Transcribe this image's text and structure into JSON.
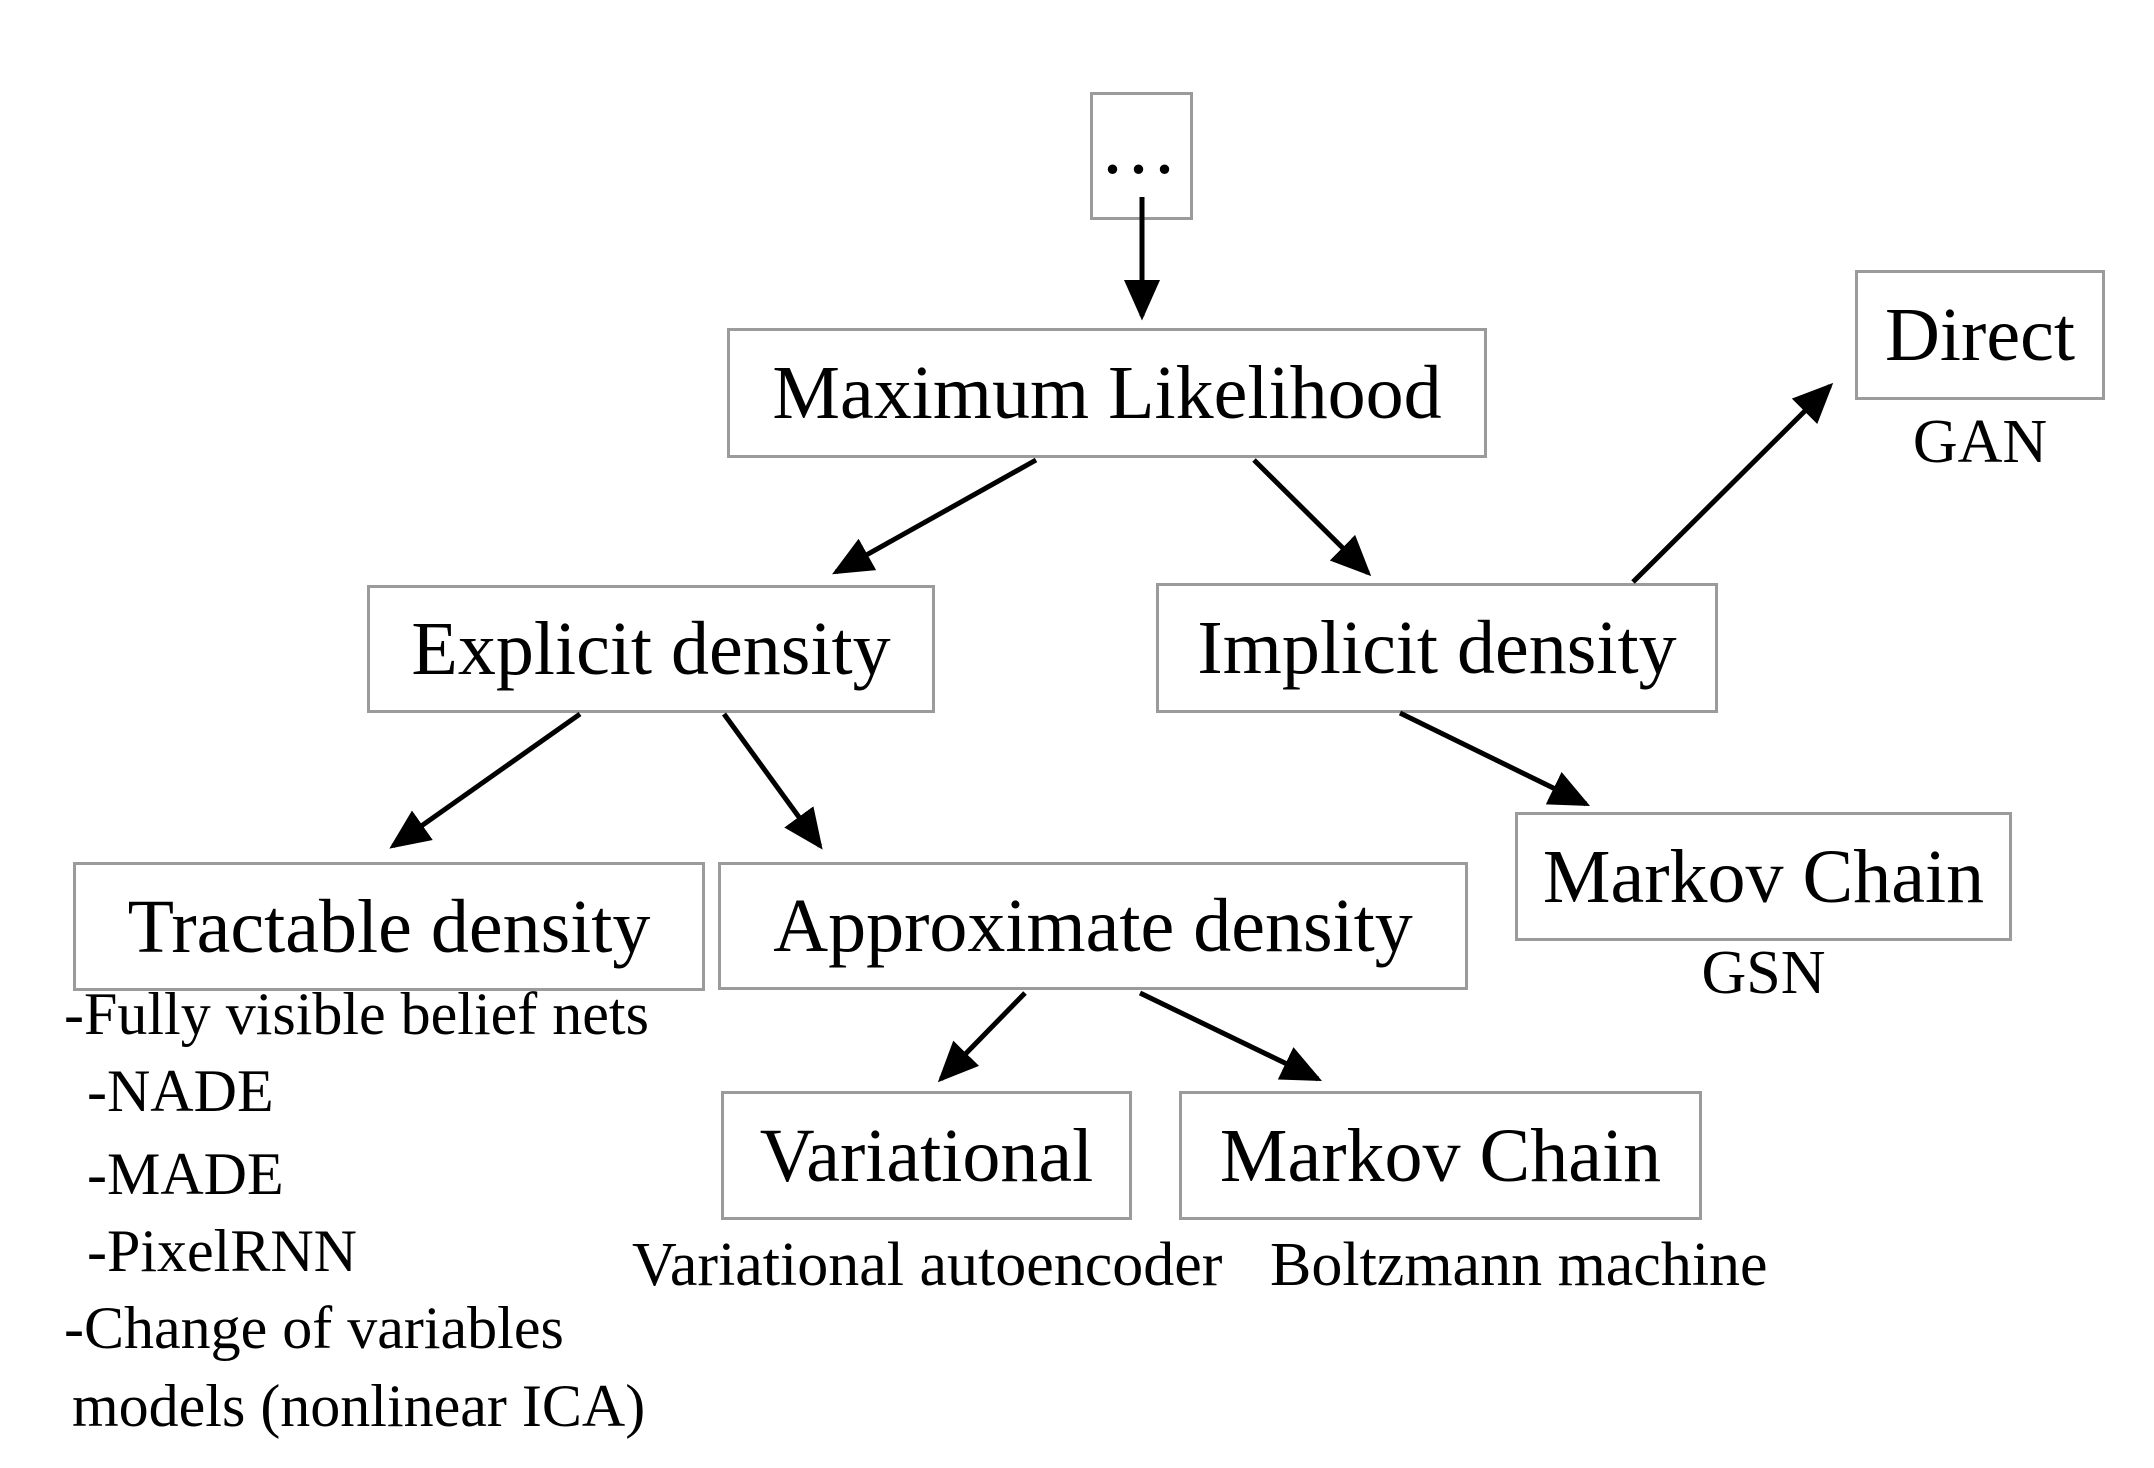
{
  "diagram": {
    "title": "",
    "nodes": {
      "root": {
        "label": "..."
      },
      "maximum_likelihood": {
        "label": "Maximum Likelihood"
      },
      "explicit_density": {
        "label": "Explicit density"
      },
      "implicit_density": {
        "label": "Implicit density"
      },
      "tractable_density": {
        "label": "Tractable density"
      },
      "approximate_density": {
        "label": "Approximate density"
      },
      "variational": {
        "label": "Variational"
      },
      "markov_chain": {
        "label": "Markov Chain"
      },
      "direct": {
        "label": "Direct"
      },
      "markov_chain_gsn": {
        "label": "Markov Chain"
      }
    },
    "annotations": {
      "gan": "GAN",
      "gsn": "GSN",
      "variational_autoencoder": "Variational autoencoder",
      "boltzmann_machine": "Boltzmann machine"
    },
    "tractable_examples": [
      "-Fully visible belief nets",
      "-NADE",
      "-MADE",
      "-PixelRNN",
      "-Change of variables",
      "models (nonlinear ICA)"
    ],
    "edges": [
      {
        "from": "root",
        "to": "maximum_likelihood"
      },
      {
        "from": "maximum_likelihood",
        "to": "explicit_density"
      },
      {
        "from": "maximum_likelihood",
        "to": "implicit_density"
      },
      {
        "from": "explicit_density",
        "to": "tractable_density"
      },
      {
        "from": "explicit_density",
        "to": "approximate_density"
      },
      {
        "from": "implicit_density",
        "to": "direct"
      },
      {
        "from": "implicit_density",
        "to": "markov_chain_gsn"
      },
      {
        "from": "approximate_density",
        "to": "variational"
      },
      {
        "from": "approximate_density",
        "to": "markov_chain"
      }
    ],
    "colors": {
      "box_border": "#9b9b9b",
      "text": "#000000",
      "arrow": "#000000",
      "background": "#ffffff"
    }
  }
}
